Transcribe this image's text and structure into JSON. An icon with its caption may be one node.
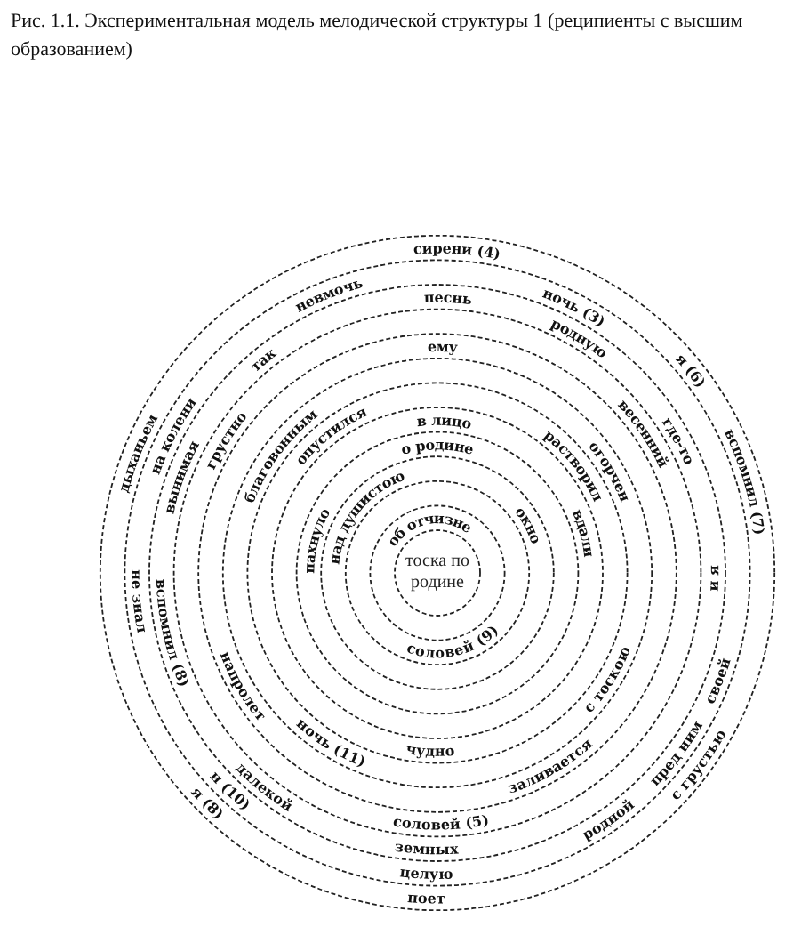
{
  "diagram": {
    "title": "Рис. 1.1. Экспериментальная модель мелодической структуры 1 (реципиенты с высшим образованием)",
    "nodes": [
      {
        "text": [
          "тоска по родине"
        ]
      }
    ],
    "labels": [
      "сирени (4)",
      "невмочь",
      "песнь",
      "ночь (3)",
      "так",
      "ему",
      "родную",
      "я (6)",
      "дыханьем",
      "на колени",
      "вынимая",
      "грустно",
      "благовонным",
      "опустился",
      "в лицо",
      "о родине",
      "растворил",
      "огорчен",
      "весенний",
      "где-то",
      "вспомнил (7)",
      "пахнуло",
      "над душистою",
      "об отчизне",
      "окно",
      "вдали",
      "не знал",
      "вспомнил (8)",
      "и я",
      "соловей (9)",
      "своей",
      "напролет",
      "ночь (11)",
      "чудно",
      "заливается",
      "с тоскою",
      "пред ним",
      "я (8)",
      "и (10)",
      "далекой",
      "соловей (5)",
      "с грустью",
      "земных",
      "родной",
      "целую",
      "поет"
    ]
  }
}
